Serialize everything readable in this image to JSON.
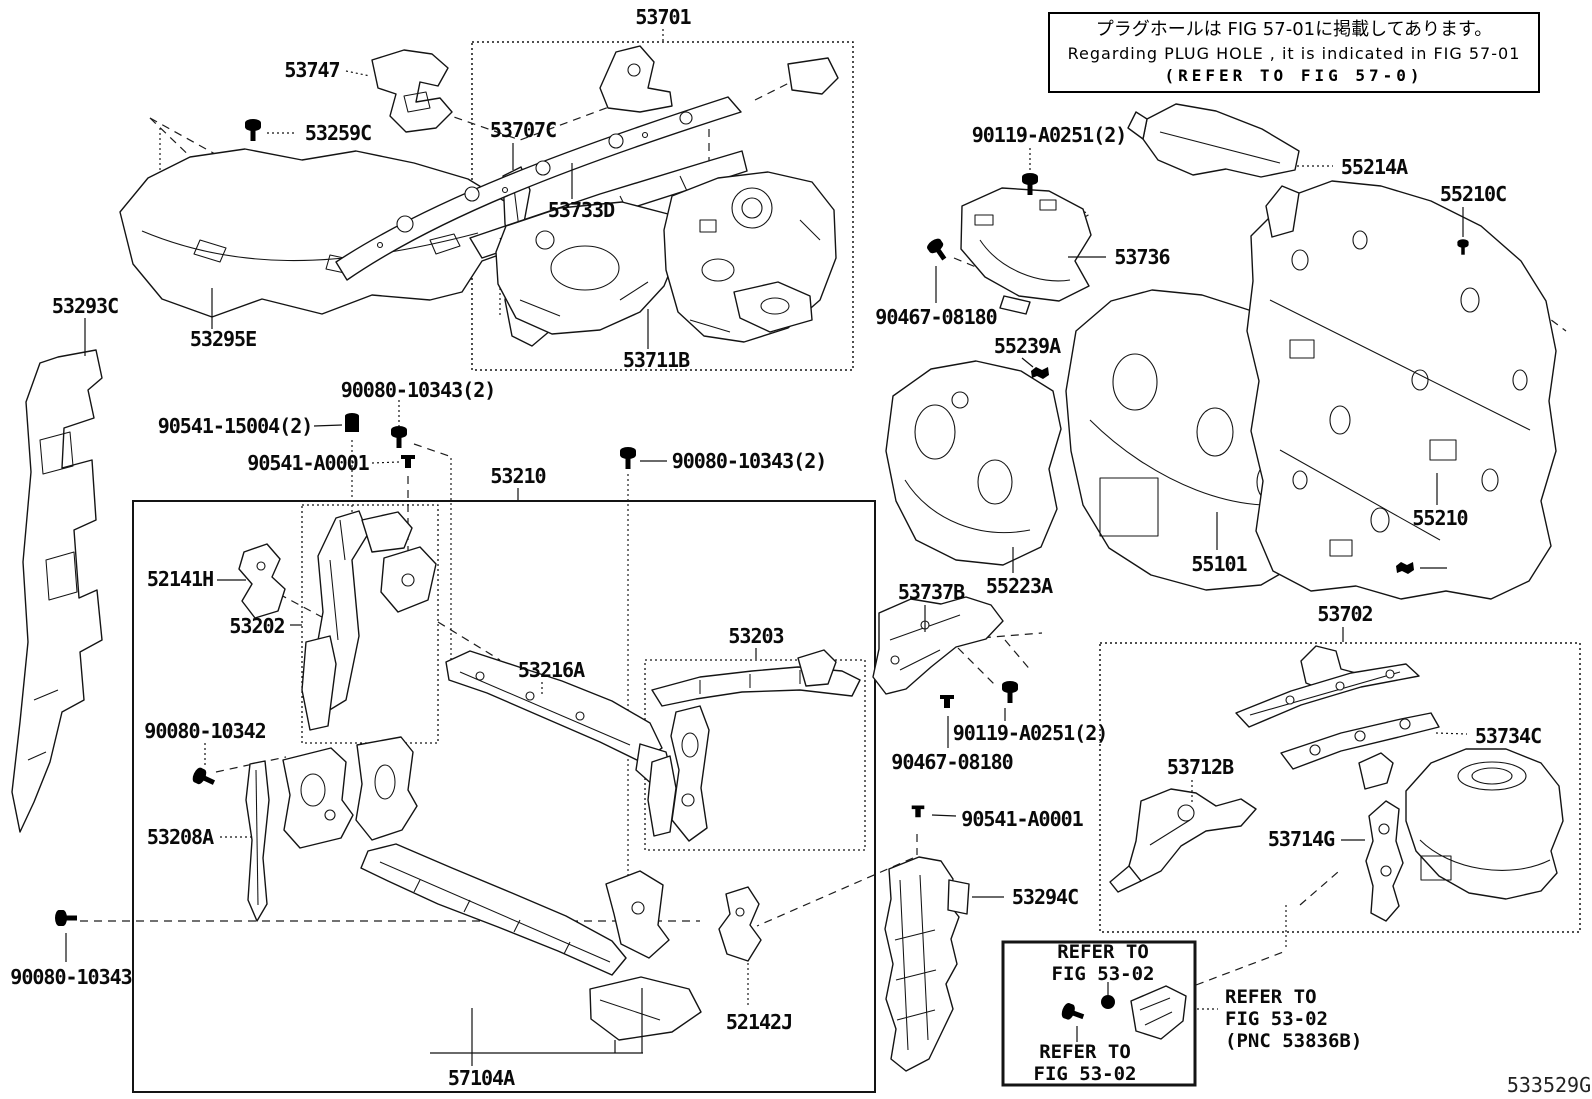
{
  "figure_code": "533529G",
  "colors": {
    "ink": "#141414",
    "background": "#ffffff"
  },
  "note_box": {
    "line_jp": "プラグホールは FIG 57-01に掲載してあります。",
    "line_en": "Regarding PLUG HOLE , it is indicated in FIG 57-01",
    "line_ref": "(REFER TO FIG 57-0)"
  },
  "labels": {
    "p53701": "53701",
    "p53747": "53747",
    "p53259C": "53259C",
    "p53707C": "53707C",
    "p53733D": "53733D",
    "p53711B": "53711B",
    "p53293C": "53293C",
    "p53295E": "53295E",
    "p90080_10343_2_a": "90080-10343(2)",
    "p90541_15004": "90541-15004(2)",
    "p90541_A0001_a": "90541-A0001",
    "p53210": "53210",
    "p90080_10343_2_b": "90080-10343(2)",
    "p52141H": "52141H",
    "p53202": "53202",
    "p53216A": "53216A",
    "p53203": "53203",
    "p90080_10342": "90080-10342",
    "p53208A": "53208A",
    "p90080_10343_c": "90080-10343",
    "p57104A": "57104A",
    "p52142J": "52142J",
    "p90119_A0251_a": "90119-A0251(2)",
    "p90467_08180_a": "90467-08180",
    "p53736": "53736",
    "p55239A_a": "55239A",
    "p55214A": "55214A",
    "p55210C": "55210C",
    "p55210": "55210",
    "p55101": "55101",
    "p55223A": "55223A",
    "p53737B": "53737B",
    "p90119_A0251_b": "90119-A0251(2)",
    "p90467_08180_b": "90467-08180",
    "p90541_A0001_b": "90541-A0001",
    "p53294C": "53294C",
    "p53702": "53702",
    "p53734C": "53734C",
    "p53712B": "53712B",
    "p53714G": "53714G"
  },
  "ref_notes": {
    "a1": "REFER TO",
    "a2": "FIG 53-02",
    "b1": "REFER TO",
    "b2": "FIG 53-02",
    "c1": "REFER TO",
    "c2": "FIG 53-02",
    "c3": "(PNC 53836B)"
  }
}
